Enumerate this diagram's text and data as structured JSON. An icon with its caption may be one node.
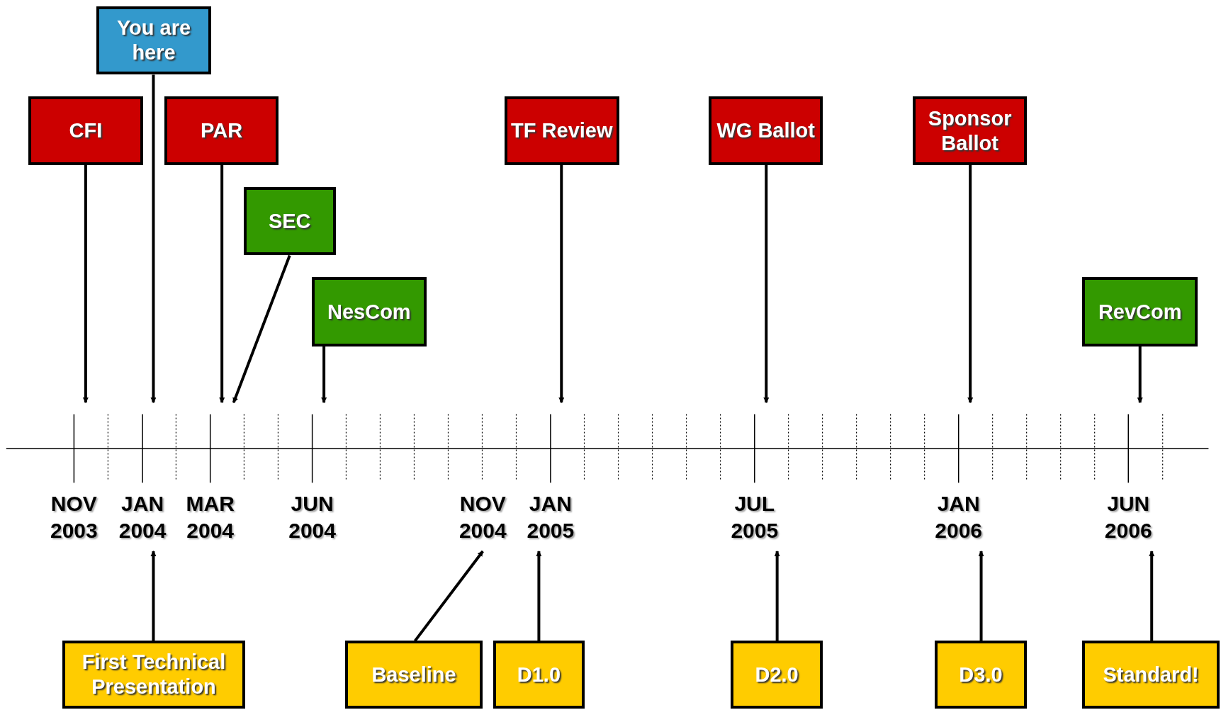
{
  "diagram": {
    "nodes": [
      {
        "text": [
          "You are here"
        ]
      },
      {
        "text": [
          "CFI"
        ]
      },
      {
        "text": [
          "PAR"
        ]
      },
      {
        "text": [
          "TF Review"
        ]
      },
      {
        "text": [
          "WG Ballot"
        ]
      },
      {
        "text": [
          "Sponsor Ballot"
        ]
      },
      {
        "text": [
          "SEC"
        ]
      },
      {
        "text": [
          "NesCom"
        ]
      },
      {
        "text": [
          "RevCom"
        ]
      },
      {
        "text": [
          "First Technical Presentation"
        ]
      },
      {
        "text": [
          "Baseline"
        ]
      },
      {
        "text": [
          "D1.0"
        ]
      },
      {
        "text": [
          "D2.0"
        ]
      },
      {
        "text": [
          "D3.0"
        ]
      },
      {
        "text": [
          "Standard!"
        ]
      },
      {
        "text": [
          "NOV 2003"
        ]
      },
      {
        "text": [
          "JAN 2004"
        ]
      },
      {
        "text": [
          "MAR 2004"
        ]
      },
      {
        "text": [
          "JUN 2004"
        ]
      },
      {
        "text": [
          "NOV 2004"
        ]
      },
      {
        "text": [
          "JAN 2005"
        ]
      },
      {
        "text": [
          "JUL 2005"
        ]
      },
      {
        "text": [
          "JAN 2006"
        ]
      },
      {
        "text": [
          "JUN 2006"
        ]
      }
    ],
    "edges": [
      {
        "from": 0,
        "to": null,
        "arrow": "to"
      },
      {
        "from": 1,
        "to": null,
        "arrow": "to"
      },
      {
        "from": 2,
        "to": null,
        "arrow": "to"
      },
      {
        "from": 3,
        "to": null,
        "arrow": "to"
      },
      {
        "from": 4,
        "to": null,
        "arrow": "to"
      },
      {
        "from": 5,
        "to": null,
        "arrow": "to"
      },
      {
        "from": 6,
        "to": null,
        "arrow": "to"
      },
      {
        "from": 7,
        "to": null,
        "arrow": "to"
      },
      {
        "from": 8,
        "to": null,
        "arrow": "to"
      },
      {
        "from": 9,
        "to": 16,
        "arrow": "to"
      },
      {
        "from": 10,
        "to": 19,
        "arrow": "to"
      },
      {
        "from": 11,
        "to": 20,
        "arrow": "to"
      },
      {
        "from": 12,
        "to": 21,
        "arrow": "to"
      },
      {
        "from": 13,
        "to": 22,
        "arrow": "to"
      },
      {
        "from": 14,
        "to": 23,
        "arrow": "to"
      }
    ]
  }
}
